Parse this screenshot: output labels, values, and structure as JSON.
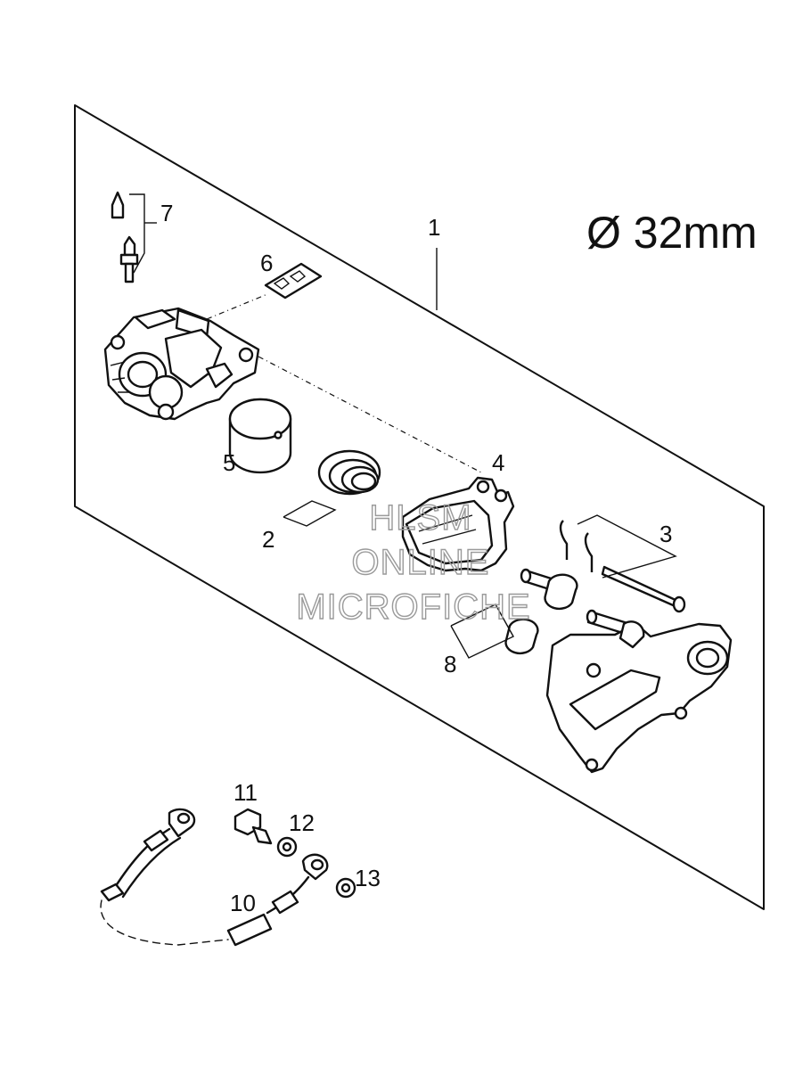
{
  "diagram": {
    "spec_label": "Ø 32mm",
    "callouts": [
      "1",
      "2",
      "3",
      "4",
      "5",
      "6",
      "7",
      "8",
      "10",
      "11",
      "12",
      "13"
    ],
    "watermark": [
      "HLSM",
      "ONLINE",
      "MICROFICHE"
    ],
    "line_color": "#111111",
    "watermark_color": "#9a9a9a"
  }
}
